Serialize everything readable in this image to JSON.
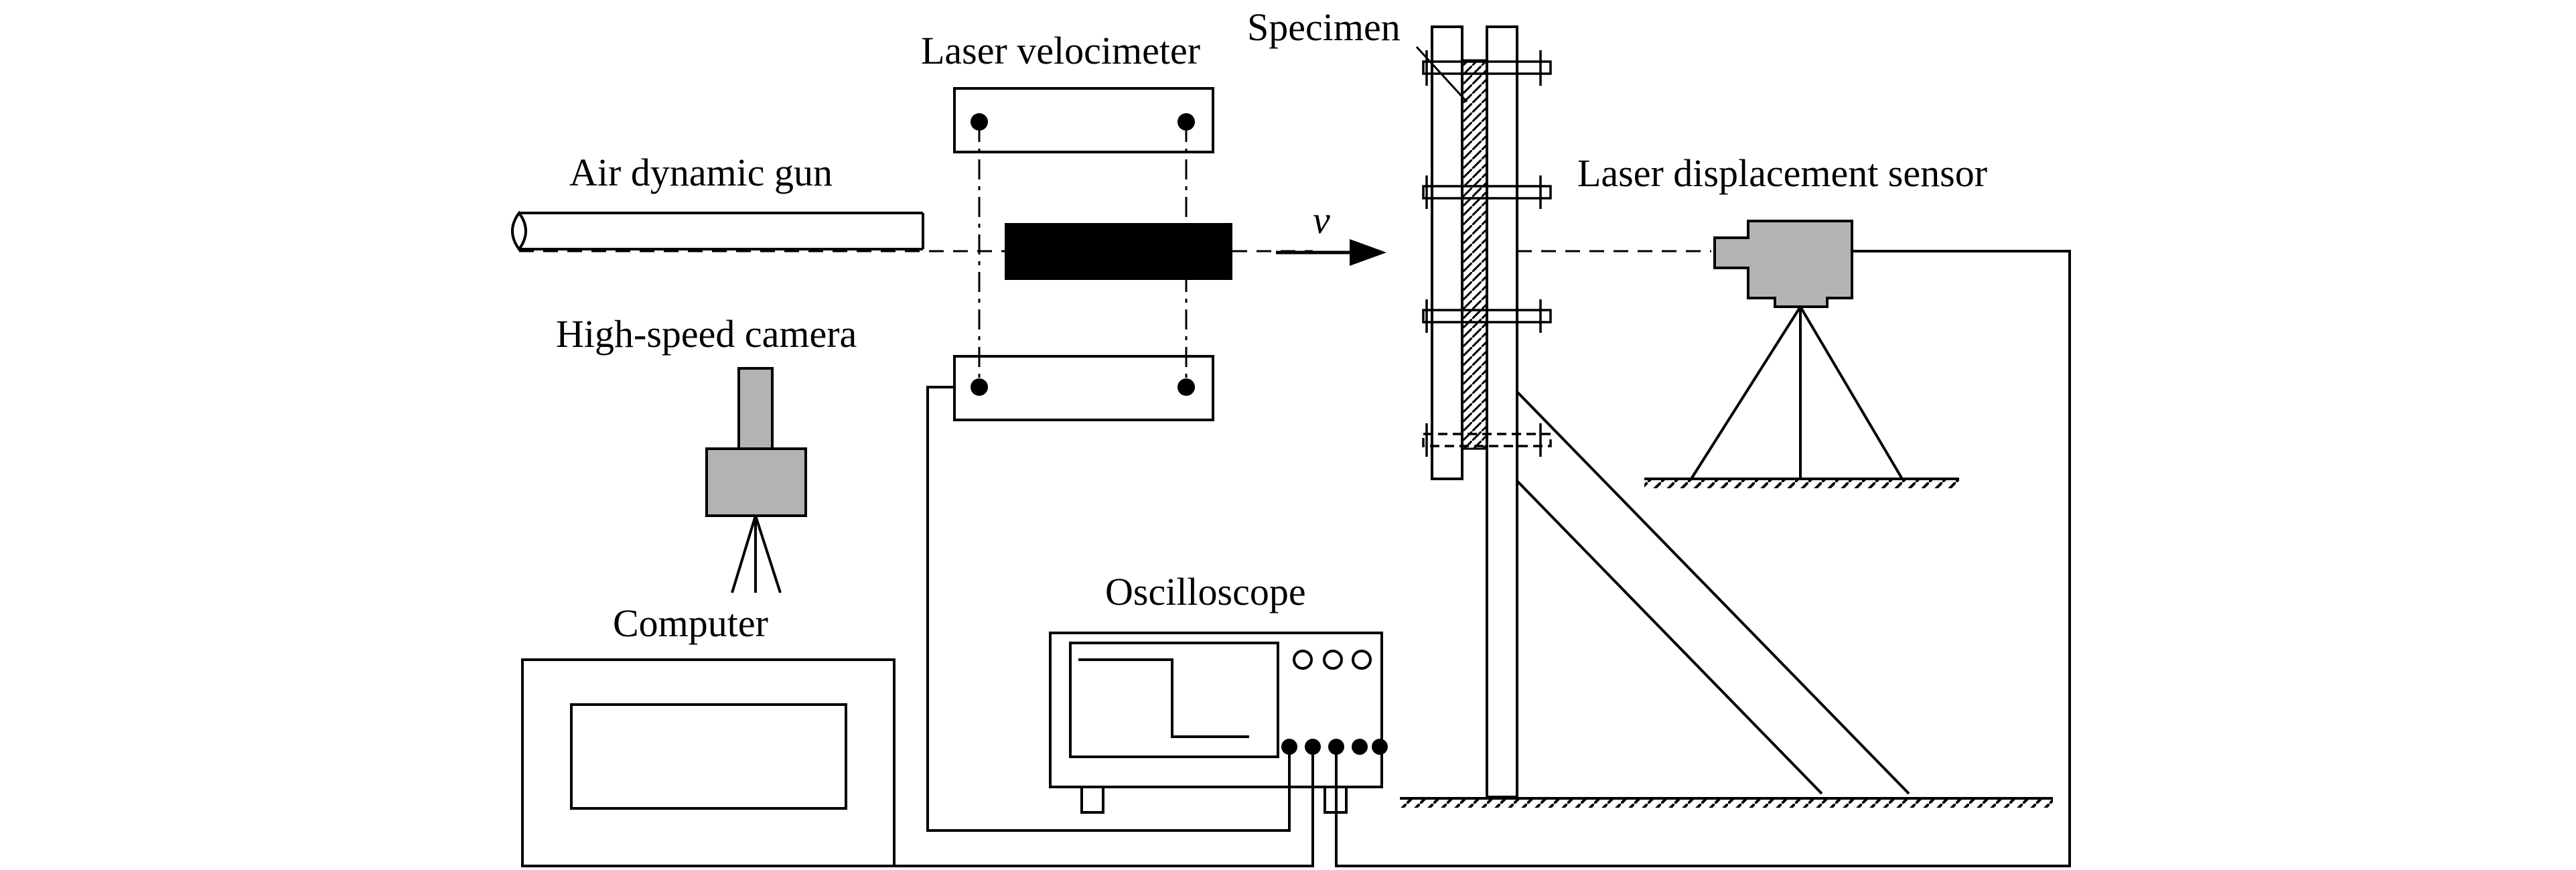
{
  "labels": {
    "laser_velocimeter": "Laser velocimeter",
    "specimen": "Specimen",
    "air_dynamic_gun": "Air dynamic gun",
    "laser_displacement_sensor": "Laser displacement sensor",
    "velocity": "v",
    "high_speed_camera": "High-speed camera",
    "oscilloscope": "Oscilloscope",
    "computer": "Computer"
  },
  "colors": {
    "line": "#000000",
    "device_fill": "#b3b3b3",
    "projectile": "#000000",
    "background": "#ffffff"
  },
  "icons": {
    "tripod": "tripod-icon",
    "arrow": "arrow-right-icon"
  }
}
